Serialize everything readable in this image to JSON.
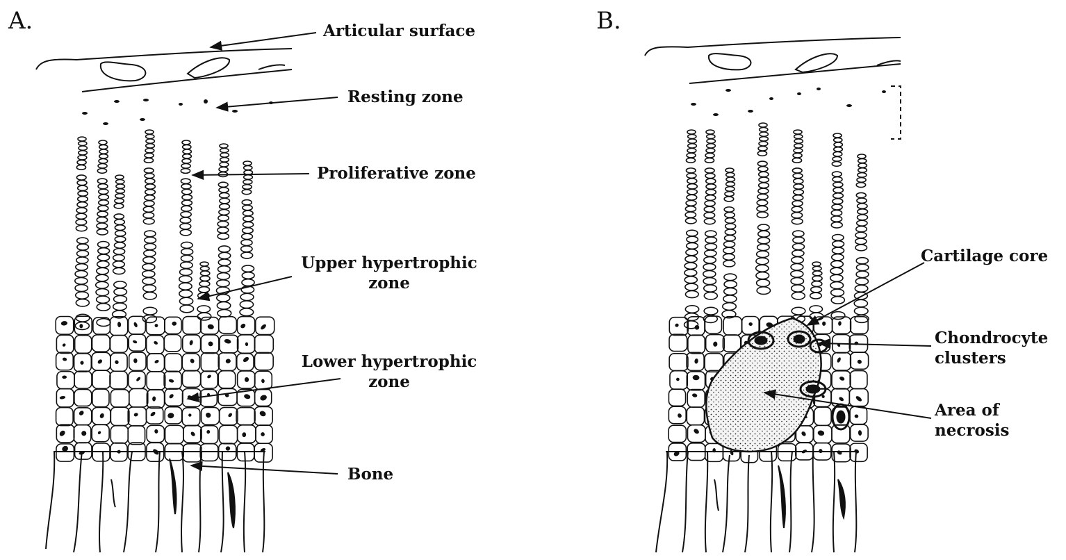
{
  "panels": {
    "a": {
      "letter": "A.",
      "labels": {
        "articular_surface": "Articular surface",
        "resting_zone": "Resting zone",
        "proliferative_zone": "Proliferative zone",
        "upper_hypertrophic": [
          "Upper hypertrophic",
          "zone"
        ],
        "lower_hypertrophic": [
          "Lower hypertrophic",
          "zone"
        ],
        "bone": "Bone"
      }
    },
    "b": {
      "letter": "B.",
      "labels": {
        "cartilage_core": "Cartilage core",
        "chondrocyte_clusters": [
          "Chondrocyte",
          "clusters"
        ],
        "area_of_necrosis": [
          "Area of",
          "necrosis"
        ]
      }
    }
  },
  "colors": {
    "ink": "#111111",
    "core_fill": "#f2f2f2"
  }
}
